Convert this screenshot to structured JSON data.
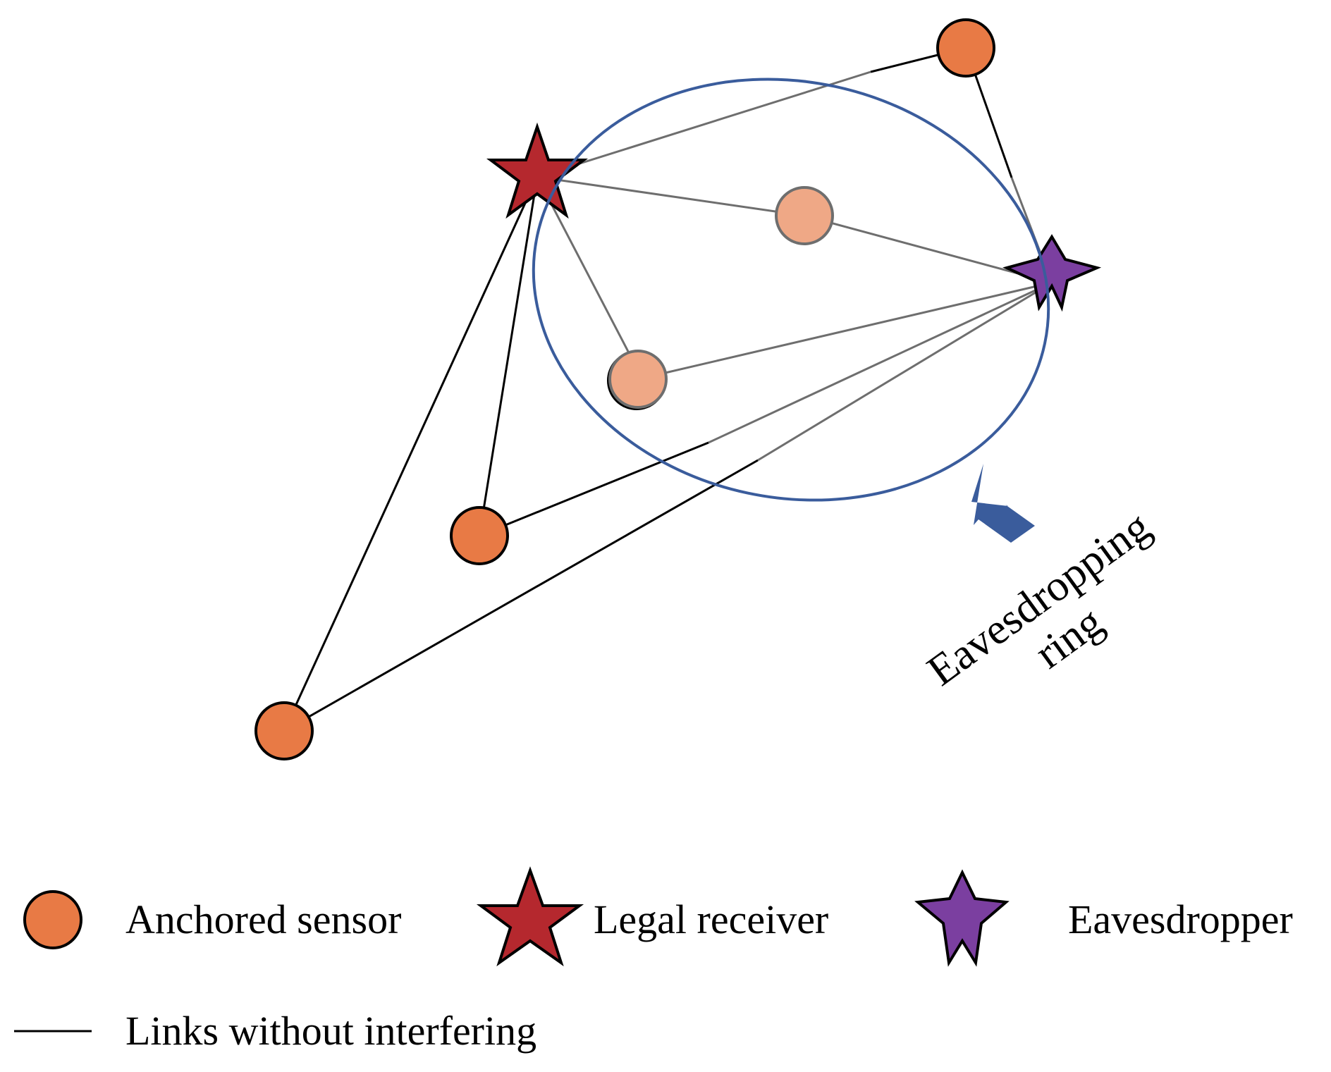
{
  "ring_label": {
    "line1": "Eavesdropping",
    "line2": "ring"
  },
  "legend": {
    "anchored_sensor": "Anchored sensor",
    "legal_receiver": "Legal receiver",
    "eavesdropper": "Eavesdropper",
    "links_without_interfering": "Links without interfering"
  },
  "colors": {
    "sensor": "#E87A45",
    "sensor_inside_ring": "#EFA886",
    "legal_receiver": "#B5282E",
    "eavesdropper": "#7B3FA0",
    "ring": "#3A5C9C",
    "arrow": "#3A5C9C",
    "link": "#000000",
    "eavesdrop_link": "#6E6E6E"
  }
}
